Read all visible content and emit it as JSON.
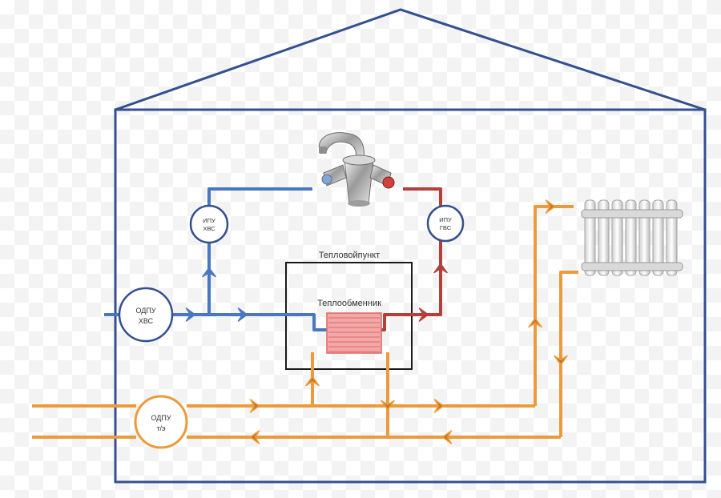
{
  "colors": {
    "house": "#34508f",
    "cold": "#4a78c0",
    "hot": "#b3403a",
    "heat": "#eb9a3c",
    "arrow_dark": "#c8741f",
    "hx_fill": "#f2a8a8",
    "hx_stripe": "#e06666",
    "box": "#1a1a1a"
  },
  "labels": {
    "teplovoy_punkt": "Тепловойпункт",
    "heat_exchanger": "Теплообменник",
    "ipu_hvs_l1": "ИПУ",
    "ipu_hvs_l2": "ХВС",
    "ipu_gvs_l1": "ИПУ",
    "ipu_gvs_l2": "ГВС",
    "odpu_hvs_l1": "ОДПУ",
    "odpu_hvs_l2": "ХВС",
    "odpu_te_l1": "ОДПУ",
    "odpu_te_l2": "т/э"
  },
  "icons": {
    "faucet": "faucet-icon",
    "radiator": "radiator-icon"
  }
}
